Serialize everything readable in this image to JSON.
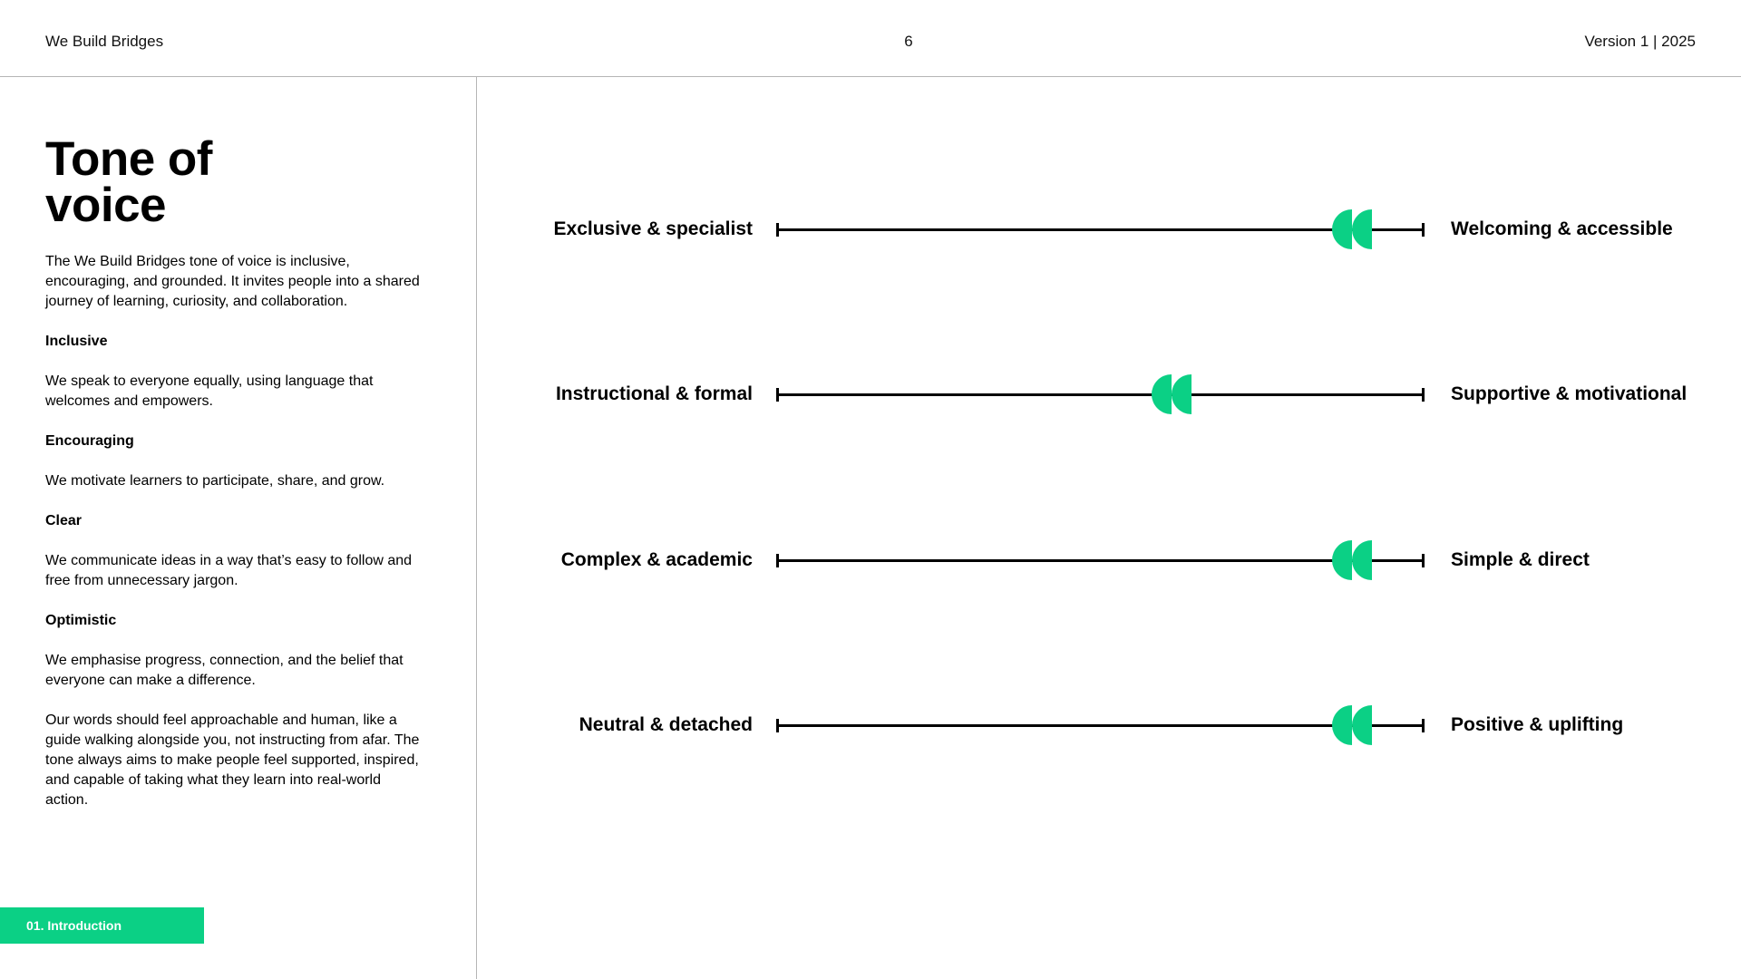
{
  "header": {
    "brand": "We Build Bridges",
    "page_number": "6",
    "version": "Version 1 | 2025"
  },
  "left": {
    "title": "Tone of voice",
    "intro": "The We Build Bridges tone of voice is inclusive, encouraging, and grounded. It invites people into a shared journey of learning, curiosity, and collaboration.",
    "sections": [
      {
        "heading": "Inclusive",
        "body": "We speak to everyone equally, using language that welcomes and empowers."
      },
      {
        "heading": "Encouraging",
        "body": "We motivate learners to participate, share, and grow."
      },
      {
        "heading": "Clear",
        "body": "We communicate ideas in a way that’s easy to follow and free from unnecessary jargon."
      },
      {
        "heading": "Optimistic",
        "body": "We emphasise progress, connection, and the belief that everyone can make a difference."
      }
    ],
    "closing": "Our words should feel approachable and human,  like a guide walking alongside you, not instructing from afar. The tone always aims to make people feel supported, inspired, and capable of taking what they learn into real-world action.",
    "tag": "01. Introduction"
  },
  "scales": [
    {
      "left": "Exclusive & specialist",
      "right": "Welcoming & accessible",
      "position": 0.89
    },
    {
      "left": "Instructional & formal",
      "right": "Supportive & motivational",
      "position": 0.61
    },
    {
      "left": "Complex & academic",
      "right": "Simple & direct",
      "position": 0.89
    },
    {
      "left": "Neutral & detached",
      "right": "Positive & uplifting",
      "position": 0.89
    }
  ],
  "colors": {
    "accent": "#0bd085",
    "text": "#000000",
    "divider": "#b5b5b5"
  },
  "icons": {
    "scale_marker": "quote-marker-icon"
  }
}
